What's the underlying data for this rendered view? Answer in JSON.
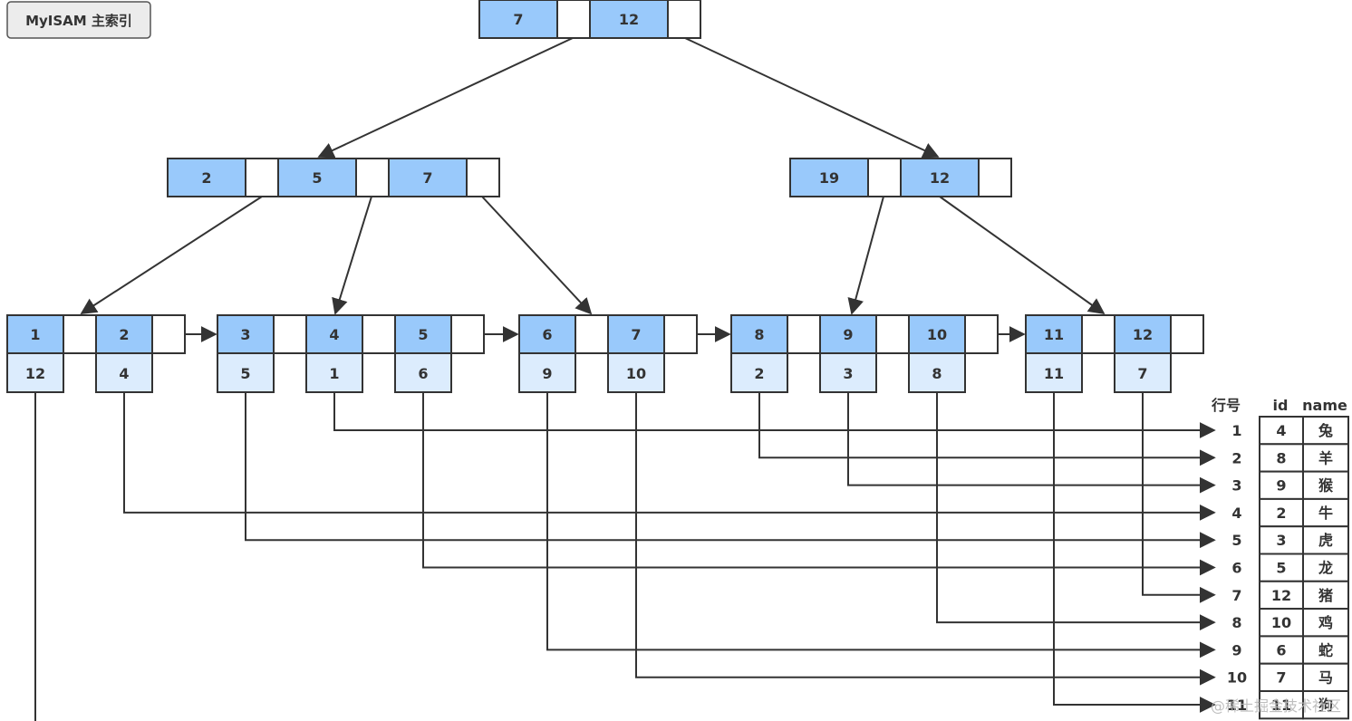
{
  "title": "MyISAM 主索引",
  "watermark": "@稀土掘金技术社区",
  "colors": {
    "key_fill": "#99c9fb",
    "ptr_fill": "#dcecfd",
    "stroke": "#333333",
    "title_fill": "#ececec"
  },
  "root": {
    "keys": [
      "7",
      "12"
    ]
  },
  "internal": [
    {
      "keys": [
        "2",
        "5",
        "7"
      ]
    },
    {
      "keys": [
        "19",
        "12"
      ]
    }
  ],
  "leaves": [
    {
      "entries": [
        {
          "key": "1",
          "row": "12"
        },
        {
          "key": "2",
          "row": "4"
        }
      ]
    },
    {
      "entries": [
        {
          "key": "3",
          "row": "5"
        },
        {
          "key": "4",
          "row": "1"
        },
        {
          "key": "5",
          "row": "6"
        }
      ]
    },
    {
      "entries": [
        {
          "key": "6",
          "row": "9"
        },
        {
          "key": "7",
          "row": "10"
        }
      ]
    },
    {
      "entries": [
        {
          "key": "8",
          "row": "2"
        },
        {
          "key": "9",
          "row": "3"
        },
        {
          "key": "10",
          "row": "8"
        }
      ]
    },
    {
      "entries": [
        {
          "key": "11",
          "row": "11"
        },
        {
          "key": "12",
          "row": "7"
        }
      ]
    }
  ],
  "table": {
    "headers": {
      "row_no": "行号",
      "id": "id",
      "name": "name"
    },
    "rows": [
      {
        "row_no": "1",
        "id": "4",
        "name": "兔"
      },
      {
        "row_no": "2",
        "id": "8",
        "name": "羊"
      },
      {
        "row_no": "3",
        "id": "9",
        "name": "猴"
      },
      {
        "row_no": "4",
        "id": "2",
        "name": "牛"
      },
      {
        "row_no": "5",
        "id": "3",
        "name": "虎"
      },
      {
        "row_no": "6",
        "id": "5",
        "name": "龙"
      },
      {
        "row_no": "7",
        "id": "12",
        "name": "猪"
      },
      {
        "row_no": "8",
        "id": "10",
        "name": "鸡"
      },
      {
        "row_no": "9",
        "id": "6",
        "name": "蛇"
      },
      {
        "row_no": "10",
        "id": "7",
        "name": "马"
      },
      {
        "row_no": "11",
        "id": "11",
        "name": "狗"
      }
    ]
  }
}
